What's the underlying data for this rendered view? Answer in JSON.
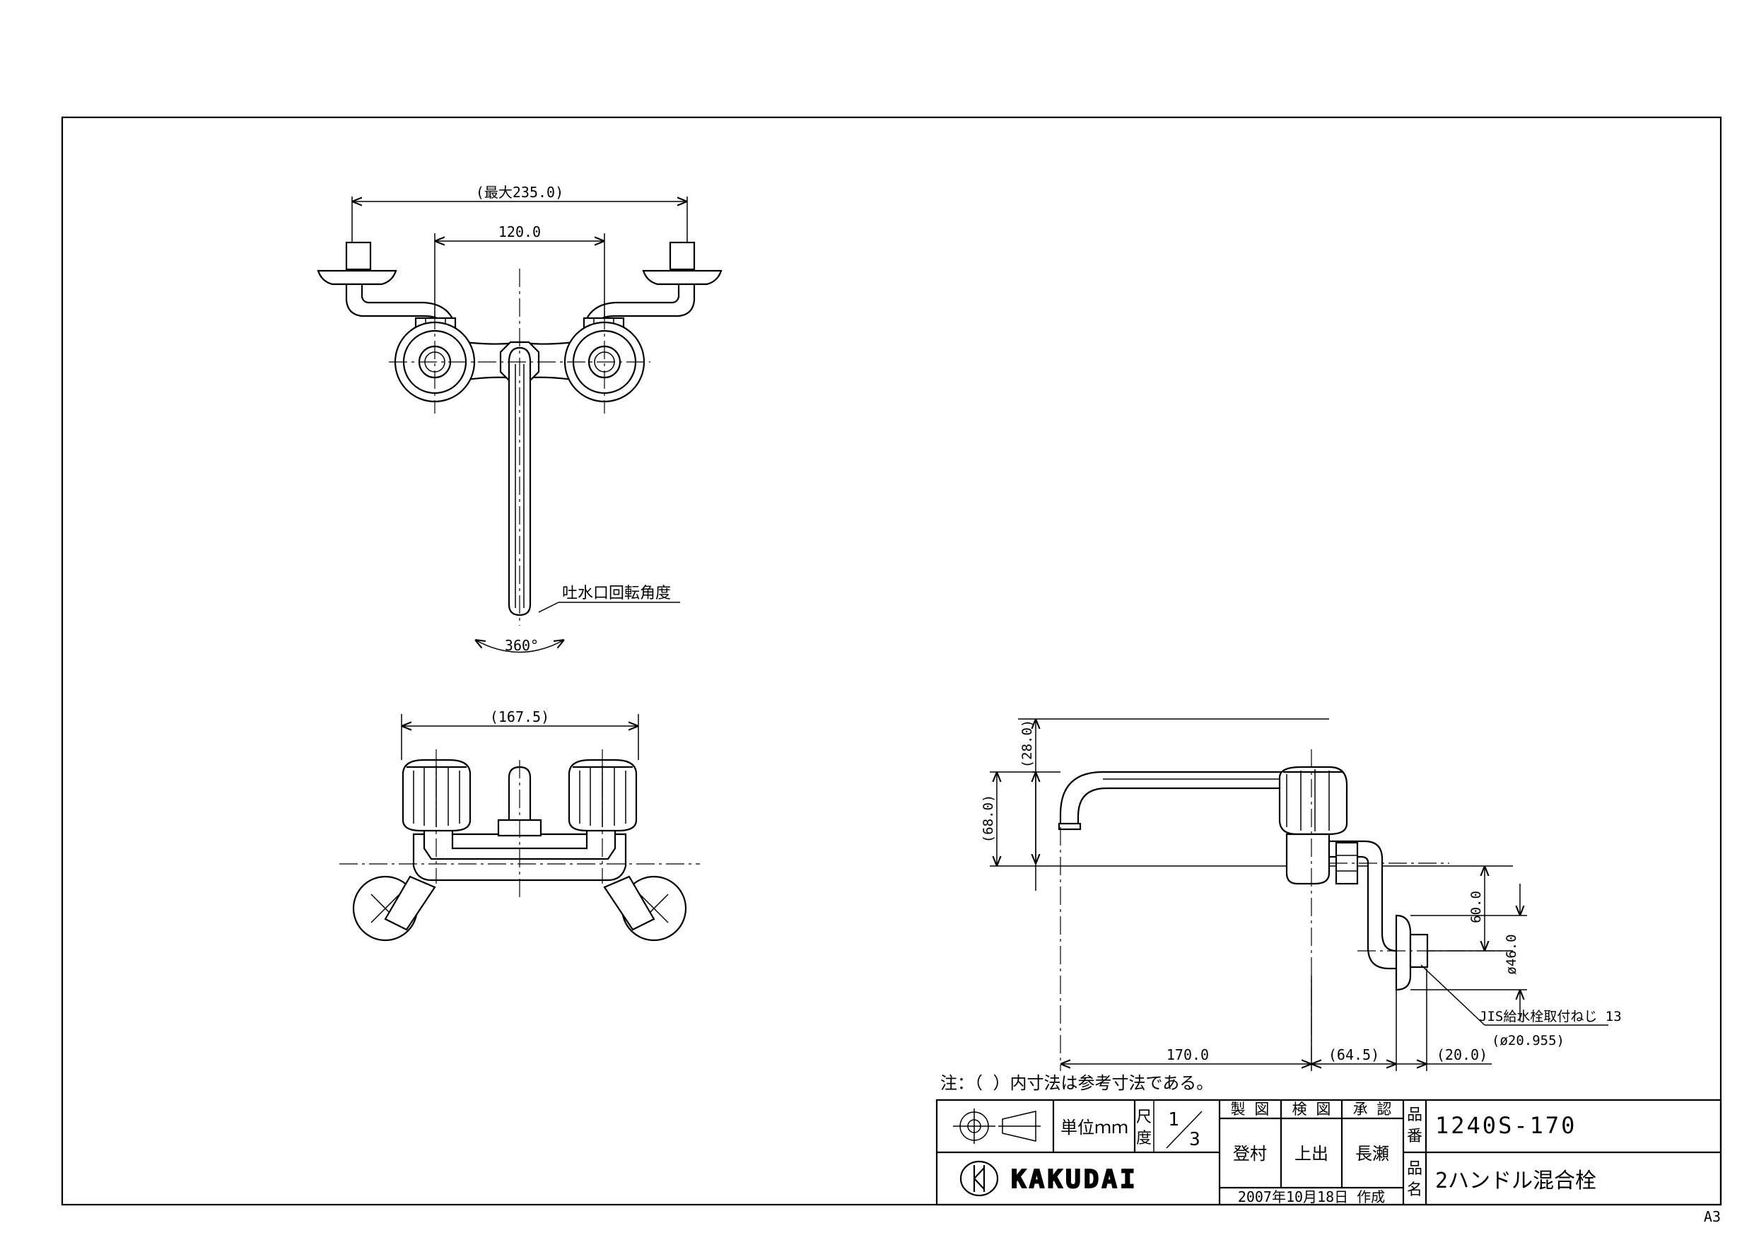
{
  "dims": {
    "top_overall": "(最大235.0)",
    "top_center": "120.0",
    "rotation_label": "吐水口回転角度",
    "rotation_angle": "360°",
    "front_width": "(167.5)",
    "side_height_28": "(28.0)",
    "side_height_68": "(68.0)",
    "side_height_60": "60.0",
    "side_dia_46": "ø46.0",
    "side_len_170": "170.0",
    "side_len_645": "(64.5)",
    "side_len_20": "(20.0)",
    "thread_label": "JIS給水栓取付ねじ 13",
    "thread_dia": "(ø20.955)"
  },
  "note": "注：（ ）内寸法は参考寸法である。",
  "title_block": {
    "unit": "単位ｍｍ",
    "scale_label_top": "尺",
    "scale_label_bottom": "度",
    "scale_num": "1",
    "scale_den": "3",
    "head_made": "製 図",
    "head_checked": "検 図",
    "head_approved": "承 認",
    "name_made": "登村",
    "name_checked": "上出",
    "name_approved": "長瀬",
    "date": "2007年10月18日 作成",
    "part_no_label_1": "品",
    "part_no_label_2": "番",
    "part_name_label_1": "品",
    "part_name_label_2": "名",
    "part_no": "1240S-170",
    "part_name": "2ハンドル混合栓",
    "logo": "KAKUDAI"
  },
  "sheet_size": "A3"
}
